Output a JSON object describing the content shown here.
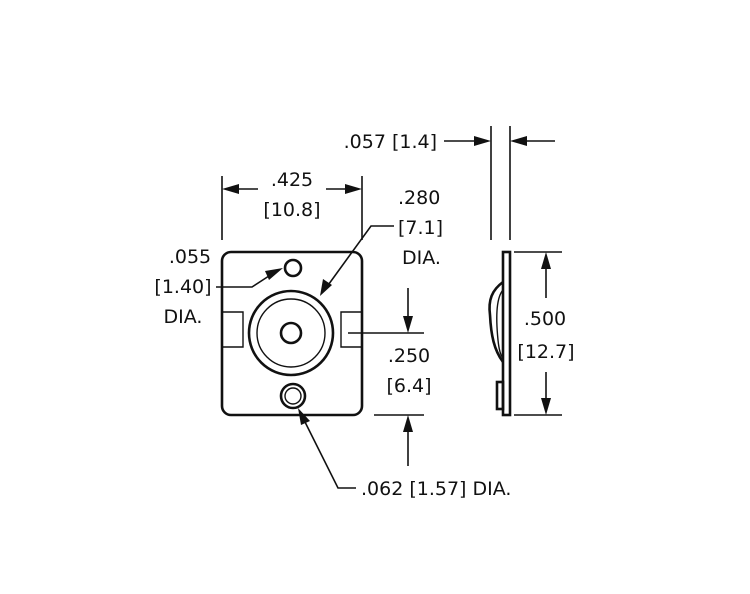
{
  "dimensions": {
    "thickness": {
      "text": ".057 [1.4]"
    },
    "width": {
      "inch": ".425",
      "mm": "[10.8]"
    },
    "center_dia": {
      "inch": ".280",
      "mm": "[7.1]",
      "suffix": "DIA."
    },
    "small_hole_dia": {
      "inch": ".055",
      "mm": "[1.40]",
      "suffix": "DIA."
    },
    "height": {
      "inch": ".500",
      "mm": "[12.7]"
    },
    "offset": {
      "inch": ".250",
      "mm": "[6.4]"
    },
    "bottom_hole_dia": {
      "text": ".062 [1.57] DIA."
    }
  },
  "colors": {
    "line": "#111111",
    "background": "#ffffff"
  }
}
